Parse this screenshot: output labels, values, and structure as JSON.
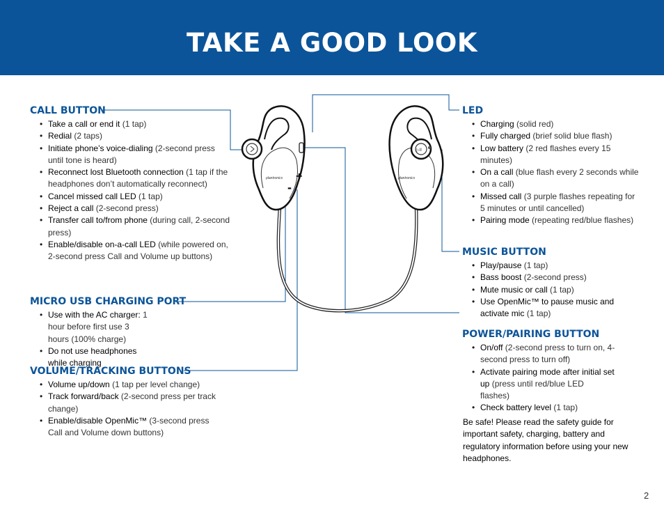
{
  "header": {
    "title": "TAKE A GOOD LOOK",
    "color": "#0b5499"
  },
  "diagram": {
    "brand_left": "plantronics",
    "brand_right": "plantronics",
    "vol_up_symbol": "+",
    "vol_down_symbol": "-"
  },
  "sections": {
    "call_button": {
      "title": "CALL BUTTON",
      "items": [
        {
          "b": "Take a call or end it",
          "n": " (1 tap)"
        },
        {
          "b": "Redial",
          "n": " (2 taps)"
        },
        {
          "b": "Initiate phone’s voice-dialing",
          "n": " (2-second press until tone is heard)"
        },
        {
          "b": "Reconnect lost Bluetooth connection",
          "n": " (1 tap if the headphones don’t automatically reconnect)"
        },
        {
          "b": "Cancel missed call LED",
          "n": " (1 tap)"
        },
        {
          "b": "Reject a call",
          "n": " (2-second press)"
        },
        {
          "b": "Transfer call to/from phone",
          "n": " (during call, 2-second press)"
        },
        {
          "b": "Enable/disable on-a-call LED",
          "n": " (while powered on, 2-second press Call and Volume up buttons)"
        }
      ]
    },
    "micro_usb": {
      "title": "MICRO USB CHARGING PORT",
      "items": [
        {
          "b": "Use with the AC charger:",
          "n": " 1 hour before first use 3 hours (100% charge)"
        },
        {
          "b": "Do not use headphones while charging",
          "n": ""
        }
      ]
    },
    "volume_tracking": {
      "title": "VOLUME/TRACKING BUTTONS",
      "items": [
        {
          "b": "Volume up/down",
          "n": " (1 tap per level change)"
        },
        {
          "b": "Track forward/back",
          "n": " (2-second press per track change)"
        },
        {
          "b": "Enable/disable OpenMic™",
          "n": " (3-second press Call and Volume down buttons)"
        }
      ]
    },
    "led": {
      "title": "LED",
      "items": [
        {
          "b": "Charging",
          "n": " (solid red)"
        },
        {
          "b": "Fully charged",
          "n": " (brief solid blue flash)"
        },
        {
          "b": "Low battery",
          "n": " (2 red flashes every 15 minutes)"
        },
        {
          "b": "On a call",
          "n": " (blue flash every 2 seconds while on a call)"
        },
        {
          "b": "Missed call",
          "n": " (3 purple flashes repeating for 5 minutes or until cancelled)"
        },
        {
          "b": "Pairing mode",
          "n": " (repeating red/blue flashes)"
        }
      ]
    },
    "music_button": {
      "title": "MUSIC BUTTON",
      "items": [
        {
          "b": "Play/pause",
          "n": " (1 tap)"
        },
        {
          "b": "Bass boost",
          "n": " (2-second press)"
        },
        {
          "b": "Mute music or call",
          "n": " (1 tap)"
        },
        {
          "b": "Use OpenMic™ to pause music and activate mic",
          "n": " (1 tap)"
        }
      ]
    },
    "power_pairing": {
      "title": "POWER/PAIRING BUTTON",
      "items": [
        {
          "b": "On/off",
          "n": " (2-second press to turn on, 4-second press to turn off)"
        },
        {
          "b": "Activate pairing mode after initial set up",
          "n": " (press until red/blue LED flashes)"
        },
        {
          "b": "Check battery level",
          "n": " (1 tap)"
        }
      ]
    }
  },
  "note": "Be safe! Please read the safety guide for important safety, charging, battery and regulatory information before using your new headphones.",
  "page_number": "2"
}
